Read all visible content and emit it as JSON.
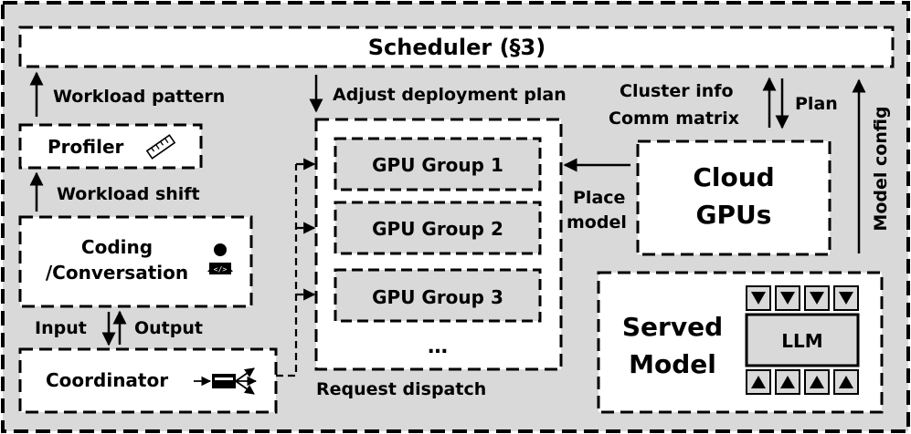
{
  "scheduler": {
    "title": "Scheduler (§3)"
  },
  "labels": {
    "workload_pattern": "Workload pattern",
    "adjust_plan": "Adjust deployment plan",
    "cluster_info": "Cluster info",
    "comm_matrix": "Comm matrix",
    "plan": "Plan",
    "model_config": "Model config",
    "workload_shift": "Workload shift",
    "place": "Place",
    "model": "model",
    "input": "Input",
    "output": "Output",
    "request_dispatch": "Request dispatch"
  },
  "profiler": {
    "label": "Profiler",
    "icon": "ruler-icon"
  },
  "workload": {
    "line1": "Coding",
    "line2": "/Conversation",
    "icon": "user-laptop-icon"
  },
  "coordinator": {
    "label": "Coordinator",
    "icon": "dispatch-router-icon"
  },
  "gpu_groups": [
    {
      "label": "GPU Group 1"
    },
    {
      "label": "GPU Group 2"
    },
    {
      "label": "GPU Group 3"
    }
  ],
  "gpu_more": "…",
  "cloud": {
    "line1": "Cloud",
    "line2": "GPUs"
  },
  "served": {
    "line1": "Served",
    "line2": "Model",
    "llm": "LLM"
  },
  "colors": {
    "background": "#d9d9d9",
    "box_fill": "#ffffff",
    "gpu_fill": "#d9d9d9",
    "stroke": "#000000"
  }
}
